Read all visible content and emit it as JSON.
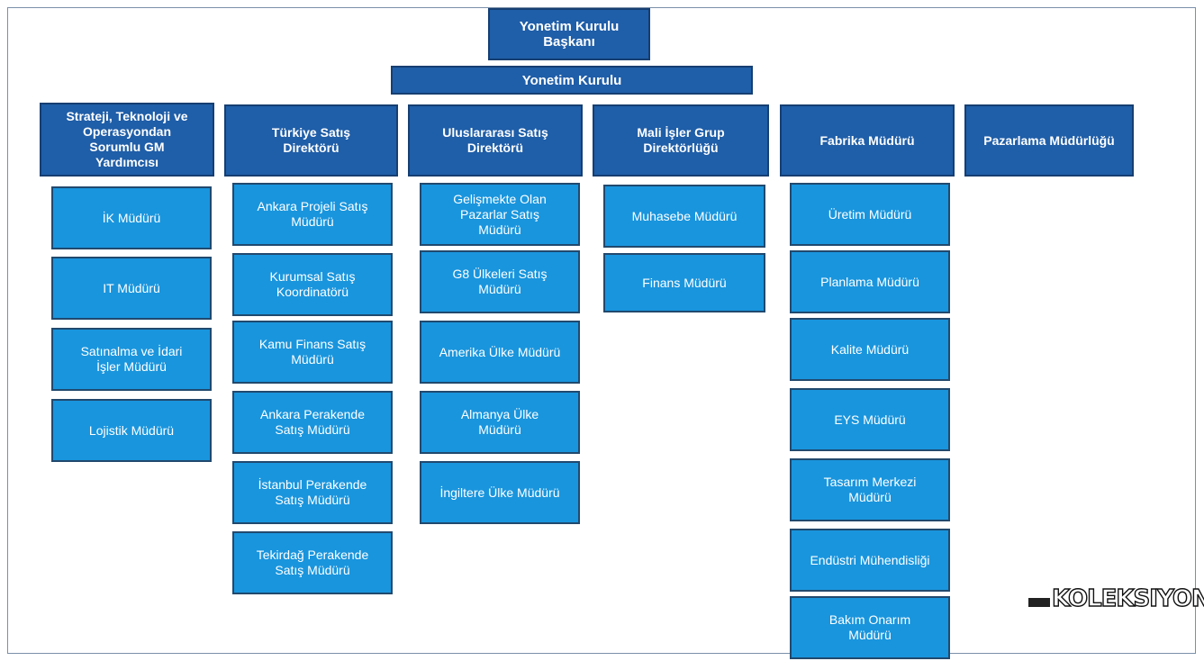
{
  "chart": {
    "president": "Yonetim Kurulu\nBaşkanı",
    "board": "Yonetim Kurulu",
    "columns": [
      {
        "head": "Strateji, Teknoloji ve\nOperasyondan\nSorumlu GM\nYardımcısı",
        "items": [
          "İK Müdürü",
          "IT Müdürü",
          "Satınalma ve İdari\nİşler Müdürü",
          "Lojistik Müdürü"
        ]
      },
      {
        "head": "Türkiye Satış\nDirektörü",
        "items": [
          "Ankara Projeli Satış\nMüdürü",
          "Kurumsal Satış\nKoordinatörü",
          "Kamu Finans Satış\nMüdürü",
          "Ankara Perakende\nSatış Müdürü",
          "İstanbul Perakende\nSatış Müdürü",
          "Tekirdağ Perakende\nSatış Müdürü"
        ]
      },
      {
        "head": "Uluslararası Satış\nDirektörü",
        "items": [
          "Gelişmekte Olan\nPazarlar Satış\nMüdürü",
          "G8 Ülkeleri Satış\nMüdürü",
          "Amerika Ülke Müdürü",
          "Almanya Ülke\nMüdürü",
          "İngiltere Ülke Müdürü"
        ]
      },
      {
        "head": "Mali İşler Grup\nDirektörlüğü",
        "items": [
          "Muhasebe Müdürü",
          "Finans Müdürü"
        ]
      },
      {
        "head": "Fabrika Müdürü",
        "items": [
          "Üretim Müdürü",
          "Planlama Müdürü",
          "Kalite Müdürü",
          "EYS Müdürü",
          "Tasarım Merkezi\nMüdürü",
          "Endüstri Mühendisliği",
          "Bakım Onarım\nMüdürü"
        ]
      },
      {
        "head": "Pazarlama Müdürlüğü",
        "items": []
      }
    ]
  },
  "logo": {
    "text": "KOLEKSIYON"
  },
  "colors": {
    "head": "#1f5ea8",
    "sub": "#1995dd",
    "border": "#163f72"
  }
}
